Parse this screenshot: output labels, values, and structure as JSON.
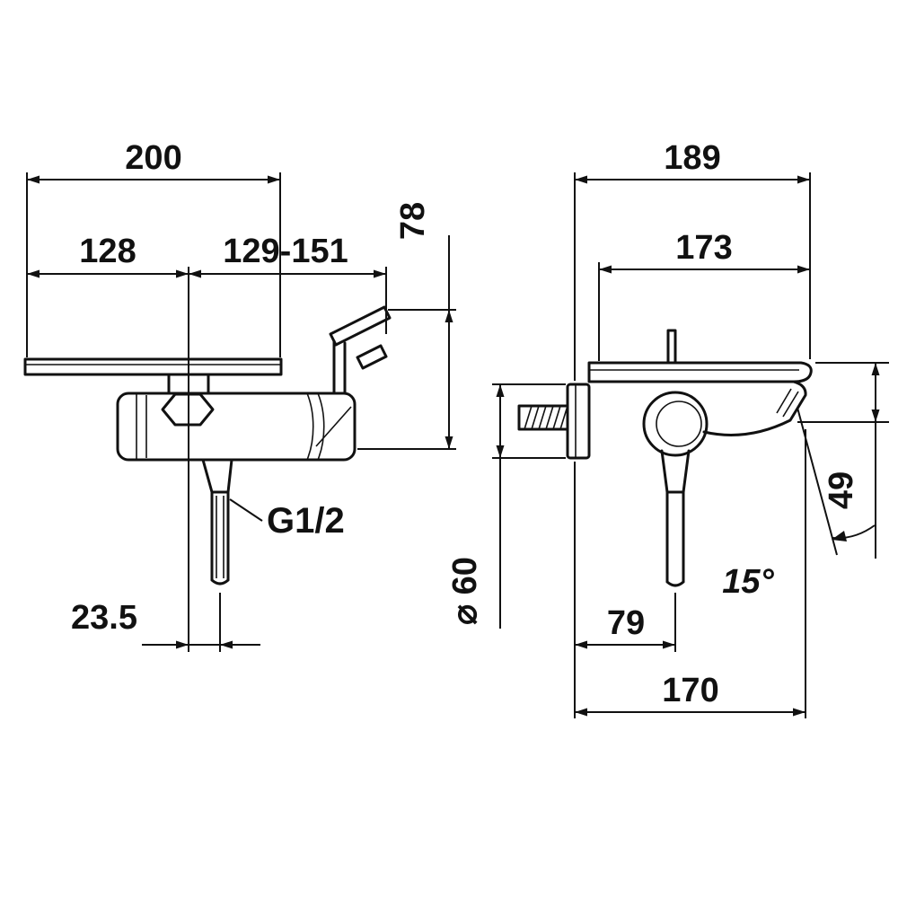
{
  "page": {
    "background": "#ffffff",
    "line_color": "#111111"
  },
  "drawing": {
    "front_view": {
      "width_total": "200",
      "width_to_center": "128",
      "handle_range": "129-151",
      "height": "78",
      "thread": "G1/2",
      "outlet_offset": "23.5"
    },
    "side_view": {
      "depth_total": "189",
      "shelf_depth": "173",
      "spout_drop": "49",
      "spout_angle": "15°",
      "flange_diameter": "⌀ 60",
      "wall_to_outlet": "79",
      "wall_to_spout": "170"
    }
  }
}
